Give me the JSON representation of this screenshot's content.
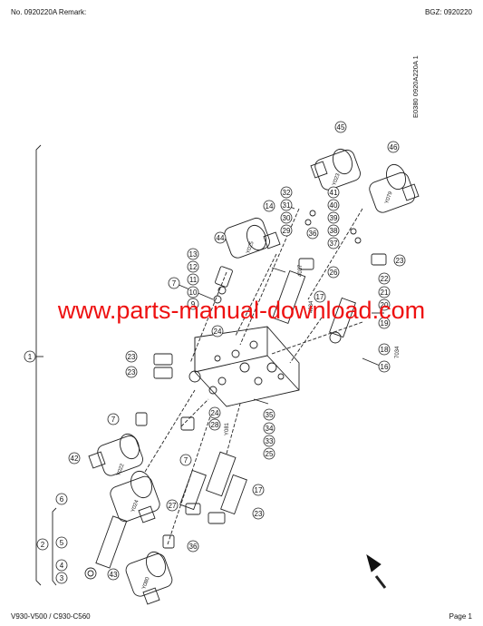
{
  "header": {
    "left": "No. 0920220A   Remark:",
    "right": "BGZ: 0920220"
  },
  "footer": {
    "left": "V930-V500 / C930-C560",
    "right": "Page 1"
  },
  "drawing_id": "E0380 0920A220A 1",
  "watermark": "www.parts-manual-download.com",
  "labels": {
    "y025": "Y025",
    "y023": "Y023",
    "y079": "Y079",
    "y022": "Y022",
    "y024": "Y024",
    "y080": "Y080",
    "y081": "Y081",
    "b034": "7034",
    "b037": "4037",
    "b034b": "4034"
  },
  "callouts": [
    "1",
    "2",
    "3",
    "4",
    "5",
    "6",
    "7",
    "9",
    "10",
    "11",
    "12",
    "13",
    "14",
    "16",
    "17",
    "18",
    "19",
    "20",
    "21",
    "22",
    "23",
    "24",
    "25",
    "26",
    "27",
    "28",
    "29",
    "30",
    "31",
    "32",
    "33",
    "34",
    "35",
    "36",
    "37",
    "38",
    "39",
    "40",
    "41",
    "42",
    "43",
    "44",
    "45",
    "46"
  ]
}
